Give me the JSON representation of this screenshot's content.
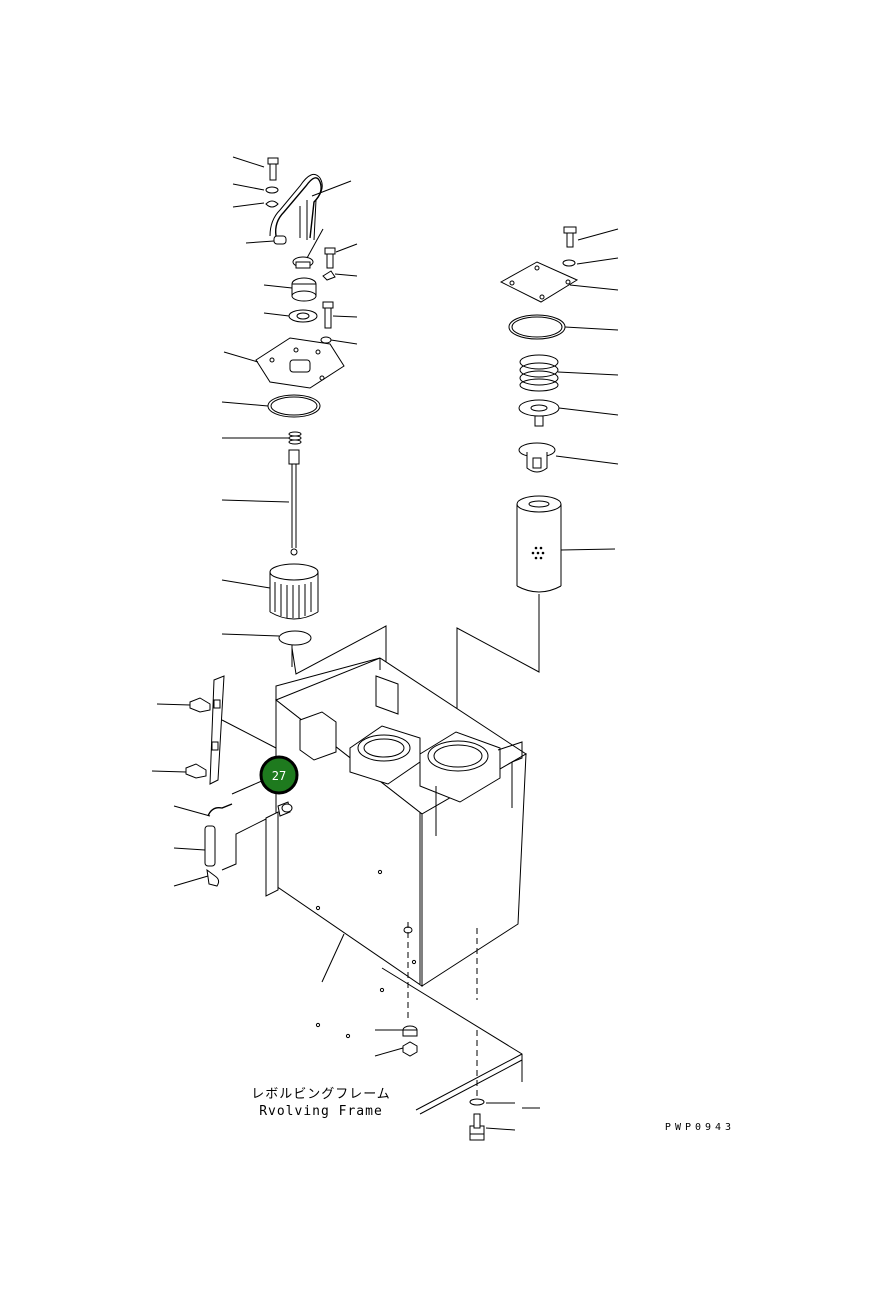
{
  "frame_label_jp": "レボルビングフレーム",
  "frame_label_en": "Rvolving Frame",
  "drawing_code": "PWP0943",
  "callout": {
    "number": "27",
    "color": "#1e7a1e"
  }
}
